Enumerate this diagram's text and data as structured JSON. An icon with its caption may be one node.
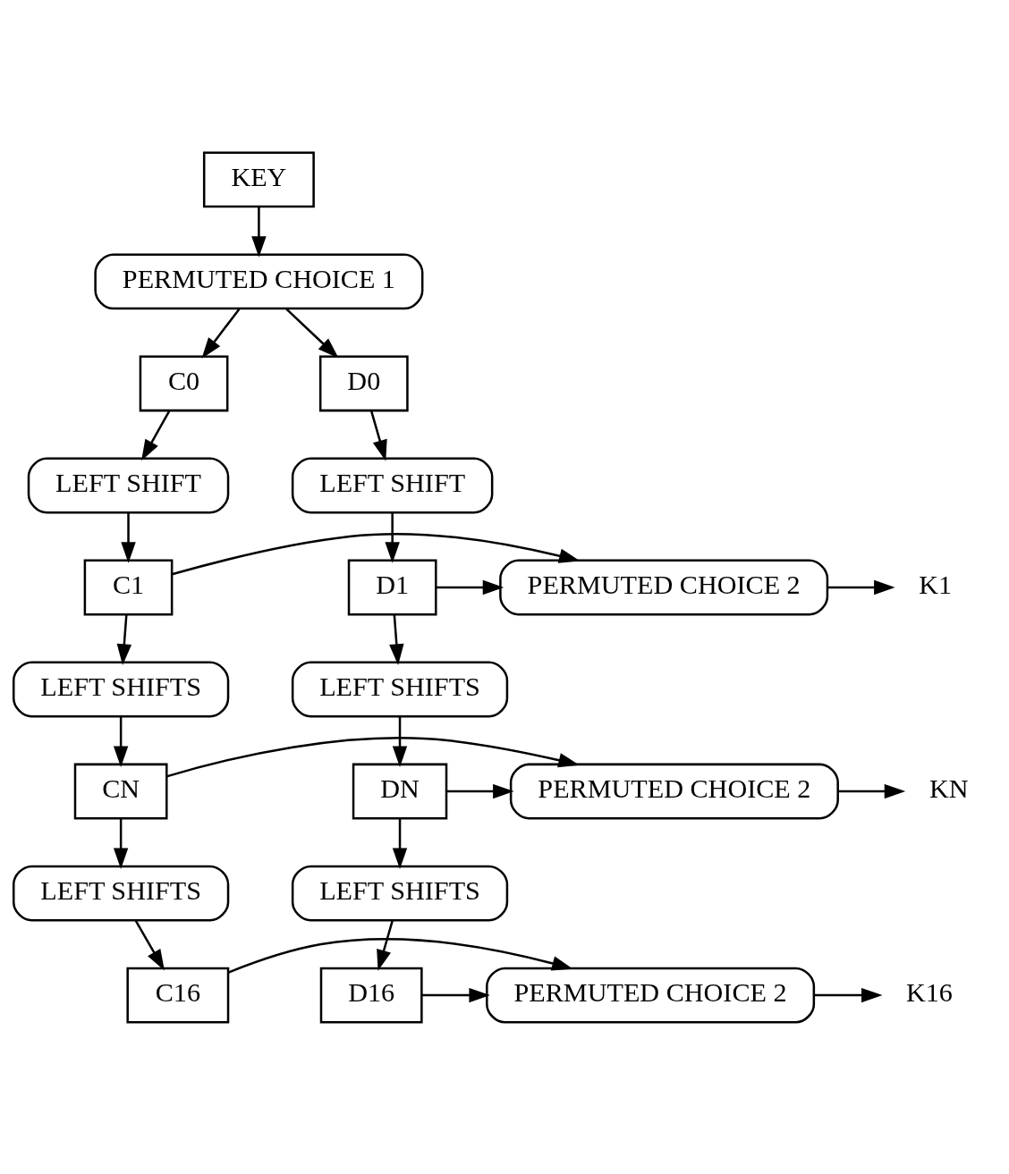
{
  "diagram": {
    "nodes": [
      {
        "text": [
          "KEY"
        ]
      },
      {
        "text": [
          "PERMUTED CHOICE 1"
        ]
      },
      {
        "text": [
          "C0"
        ]
      },
      {
        "text": [
          "D0"
        ]
      },
      {
        "text": [
          "LEFT SHIFT"
        ]
      },
      {
        "text": [
          "LEFT SHIFT"
        ]
      },
      {
        "text": [
          "C1"
        ]
      },
      {
        "text": [
          "D1"
        ]
      },
      {
        "text": [
          "PERMUTED CHOICE 2"
        ]
      },
      {
        "text": [
          "K1"
        ]
      },
      {
        "text": [
          "LEFT SHIFTS"
        ]
      },
      {
        "text": [
          "LEFT SHIFTS"
        ]
      },
      {
        "text": [
          "CN"
        ]
      },
      {
        "text": [
          "DN"
        ]
      },
      {
        "text": [
          "PERMUTED CHOICE 2"
        ]
      },
      {
        "text": [
          "KN"
        ]
      },
      {
        "text": [
          "LEFT SHIFTS"
        ]
      },
      {
        "text": [
          "LEFT SHIFTS"
        ]
      },
      {
        "text": [
          "C16"
        ]
      },
      {
        "text": [
          "D16"
        ]
      },
      {
        "text": [
          "PERMUTED CHOICE 2"
        ]
      },
      {
        "text": [
          "K16"
        ]
      }
    ],
    "edges": [
      {
        "from": 0,
        "to": 1,
        "arrow": "to"
      },
      {
        "from": 1,
        "to": 2,
        "arrow": "to"
      },
      {
        "from": 1,
        "to": 3,
        "arrow": "to"
      },
      {
        "from": 2,
        "to": 4,
        "arrow": "to"
      },
      {
        "from": 3,
        "to": 5,
        "arrow": "to"
      },
      {
        "from": 4,
        "to": 6,
        "arrow": "to"
      },
      {
        "from": 5,
        "to": 7,
        "arrow": "to"
      },
      {
        "from": 6,
        "to": 8,
        "arrow": "to"
      },
      {
        "from": 7,
        "to": 8,
        "arrow": "to"
      },
      {
        "from": 6,
        "to": 10,
        "arrow": "to"
      },
      {
        "from": 7,
        "to": 11,
        "arrow": "to"
      },
      {
        "from": 8,
        "to": 9,
        "arrow": "to"
      },
      {
        "from": 10,
        "to": 12,
        "arrow": "to"
      },
      {
        "from": 11,
        "to": 13,
        "arrow": "to"
      },
      {
        "from": 12,
        "to": 14,
        "arrow": "to"
      },
      {
        "from": 13,
        "to": 14,
        "arrow": "to"
      },
      {
        "from": 12,
        "to": 16,
        "arrow": "to"
      },
      {
        "from": 13,
        "to": 17,
        "arrow": "to"
      },
      {
        "from": 14,
        "to": 15,
        "arrow": "to"
      },
      {
        "from": 16,
        "to": 18,
        "arrow": "to"
      },
      {
        "from": 17,
        "to": 19,
        "arrow": "to"
      },
      {
        "from": 18,
        "to": 20,
        "arrow": "to"
      },
      {
        "from": 19,
        "to": 20,
        "arrow": "to"
      },
      {
        "from": 20,
        "to": 21,
        "arrow": "to"
      }
    ]
  }
}
